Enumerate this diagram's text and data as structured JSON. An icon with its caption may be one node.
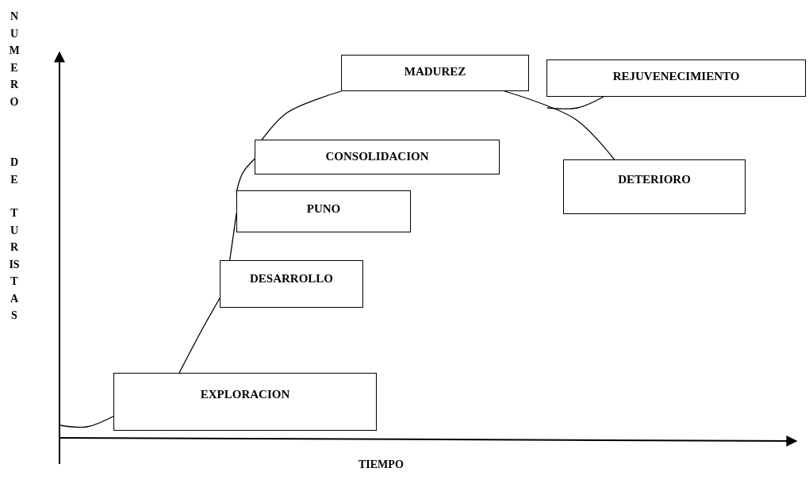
{
  "diagram": {
    "nodes": [
      {
        "text": [
          "EXPLORACION"
        ]
      },
      {
        "text": [
          "DESARROLLO"
        ]
      },
      {
        "text": [
          "PUNO"
        ]
      },
      {
        "text": [
          "CONSOLIDACION"
        ]
      },
      {
        "text": [
          "MADUREZ"
        ]
      },
      {
        "text": [
          "REJUVENECIMIENTO"
        ]
      },
      {
        "text": [
          "DETERIORO"
        ]
      }
    ],
    "edges": [
      {
        "from": null,
        "to": 0,
        "arrow": "none"
      },
      {
        "from": 0,
        "to": 1,
        "arrow": "none"
      },
      {
        "from": 1,
        "to": 2,
        "arrow": "none"
      },
      {
        "from": 2,
        "to": 3,
        "arrow": "none"
      },
      {
        "from": 3,
        "to": 4,
        "arrow": "none"
      },
      {
        "from": 4,
        "to": 6,
        "arrow": "none"
      },
      {
        "from": null,
        "to": 5,
        "arrow": "none"
      }
    ],
    "labels": [
      "NUMERO",
      "DE",
      "TURISTAS",
      "TIEMPO"
    ]
  }
}
